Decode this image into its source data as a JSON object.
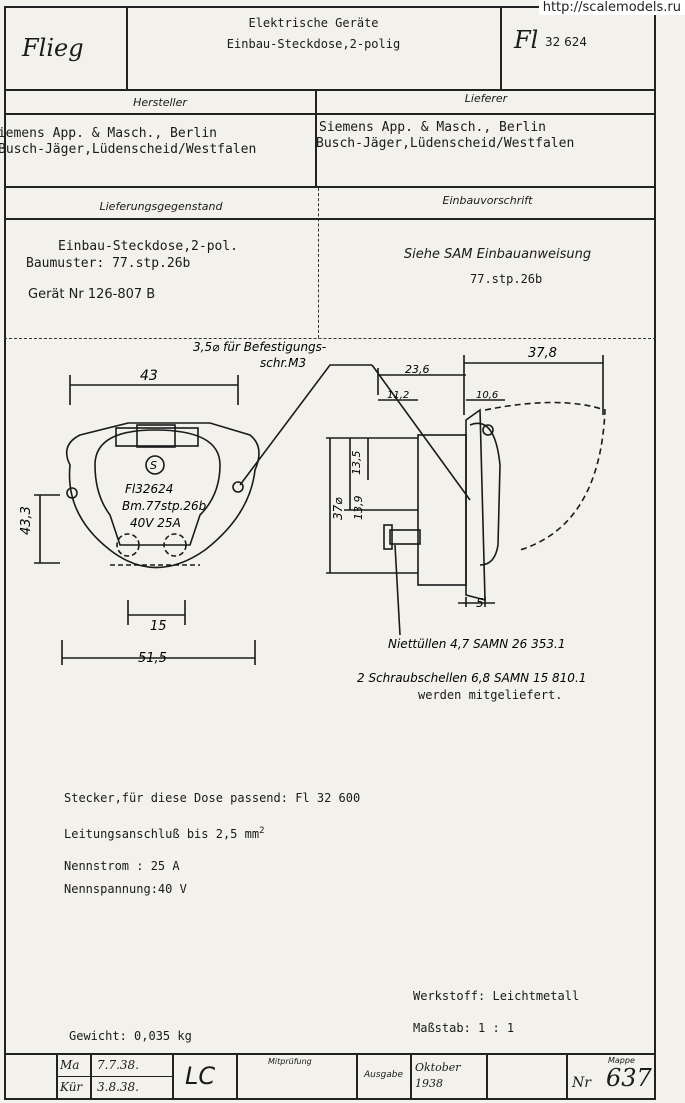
{
  "header": {
    "company": "Flieg",
    "category": "Elektrische Geräte",
    "product": "Einbau-Steckdose,2-polig",
    "number_prefix": "Fl",
    "number": "32 624"
  },
  "watermark": "http://scalemodels.ru",
  "sections": {
    "hersteller_label": "Hersteller",
    "hersteller_line1": "Siemens App. & Masch., Berlin",
    "hersteller_line2": "Busch-Jäger,Lüdenscheid/Westfalen",
    "lieferer_label": "Lieferer",
    "lieferer_line1": "Siemens App. & Masch., Berlin",
    "lieferer_line2": "Busch-Jäger,Lüdenscheid/Westfalen",
    "gegenstand_label": "Lieferungsgegenstand",
    "gegenstand_line1": "Einbau-Steckdose,2-pol.",
    "gegenstand_line2": "Baumuster: 77.stp.26b",
    "gegenstand_line3": "Gerät Nr 126-807 B",
    "vorschrift_label": "Einbauvorschrift",
    "vorschrift_line1": "Siehe SAM Einbauanweisung",
    "vorschrift_line2": "77.stp.26b"
  },
  "drawing": {
    "note_screws_1": "3,5⌀ für Befestigungs-",
    "note_screws_2": "schr.M3",
    "dim_43": "43",
    "dim_43_3": "43,3",
    "dim_15": "15",
    "dim_51_5": "51,5",
    "dim_37_8": "37,8",
    "dim_23_6": "23,6",
    "dim_11_2": "11,2",
    "dim_10_6": "10,6",
    "dim_37": "37⌀",
    "dim_13_9": "13,9",
    "dim_13_5": "13,5",
    "dim_5": "5",
    "plate_line1": "Fl32624",
    "plate_line2": "Bm.77stp.26b",
    "plate_line3": "40V 25A",
    "plate_symbol": "S",
    "note_rivets": "Niettüllen 4,7 SAMN 26 353.1",
    "note_clamps_1": "2 Schraubschellen 6,8 SAMN 15 810.1",
    "note_clamps_2": "werden mitgeliefert."
  },
  "specs": {
    "stecker": "Stecker,für diese Dose passend: Fl 32 600",
    "leitung": "Leitungsanschluß bis 2,5 mm",
    "leitung_sup": "2",
    "nennstrom": "Nennstrom : 25 A",
    "nennspannung": "Nennspannung:40 V",
    "werkstoff": "Werkstoff: Leichtmetall",
    "massstab": "Maßstab: 1 : 1",
    "gewicht": "Gewicht: 0,035 kg"
  },
  "footer": {
    "date1_label": "Ma",
    "date1": "7.7.38.",
    "date2_label": "Kür",
    "date2": "3.8.38.",
    "code": "LC",
    "pruefung_label": "Mitprüfung",
    "ausgabe_label": "Ausgabe",
    "ausgabe_value": "Oktober 1938",
    "mappe_label": "Mappe",
    "nr_label": "Nr",
    "nr_value": "637"
  }
}
